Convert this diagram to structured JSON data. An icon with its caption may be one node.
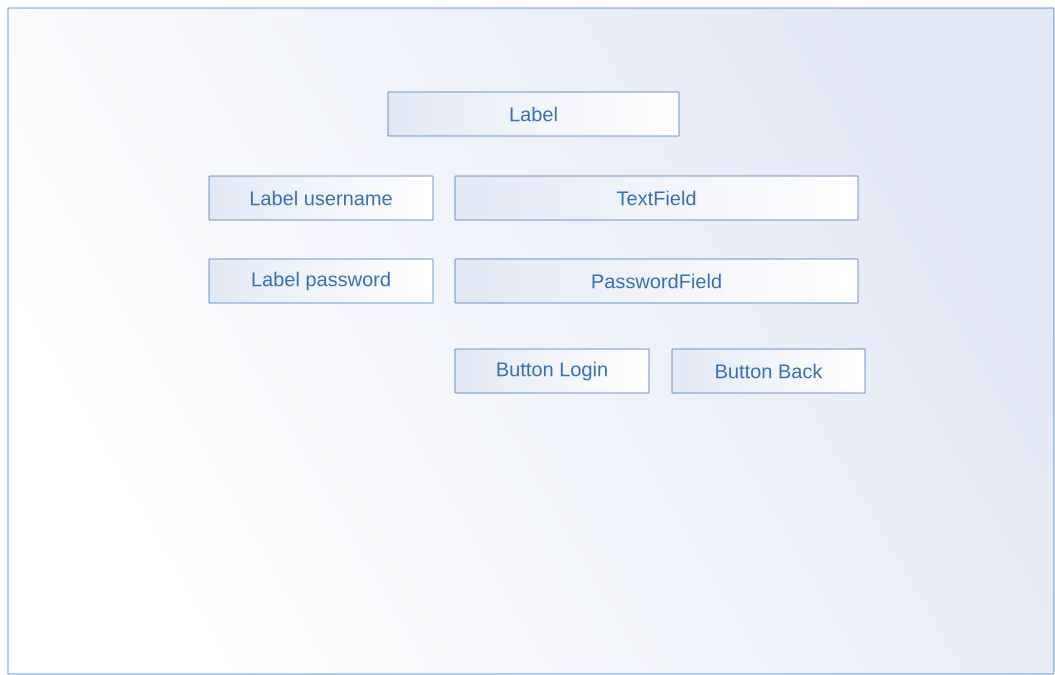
{
  "diagram": {
    "nodes": [
      {
        "text": [],
        "shape": "box"
      },
      {
        "text": [
          "Label"
        ],
        "in": 0
      },
      {
        "text": [
          "Label username"
        ],
        "in": 0
      },
      {
        "text": [
          "TextField"
        ],
        "in": 0
      },
      {
        "text": [
          "Label password"
        ],
        "in": 0
      },
      {
        "text": [
          "PasswordField"
        ],
        "in": 0
      },
      {
        "text": [
          "Button Login"
        ],
        "in": 0
      },
      {
        "text": [
          "Button Back"
        ],
        "in": 0
      }
    ]
  }
}
